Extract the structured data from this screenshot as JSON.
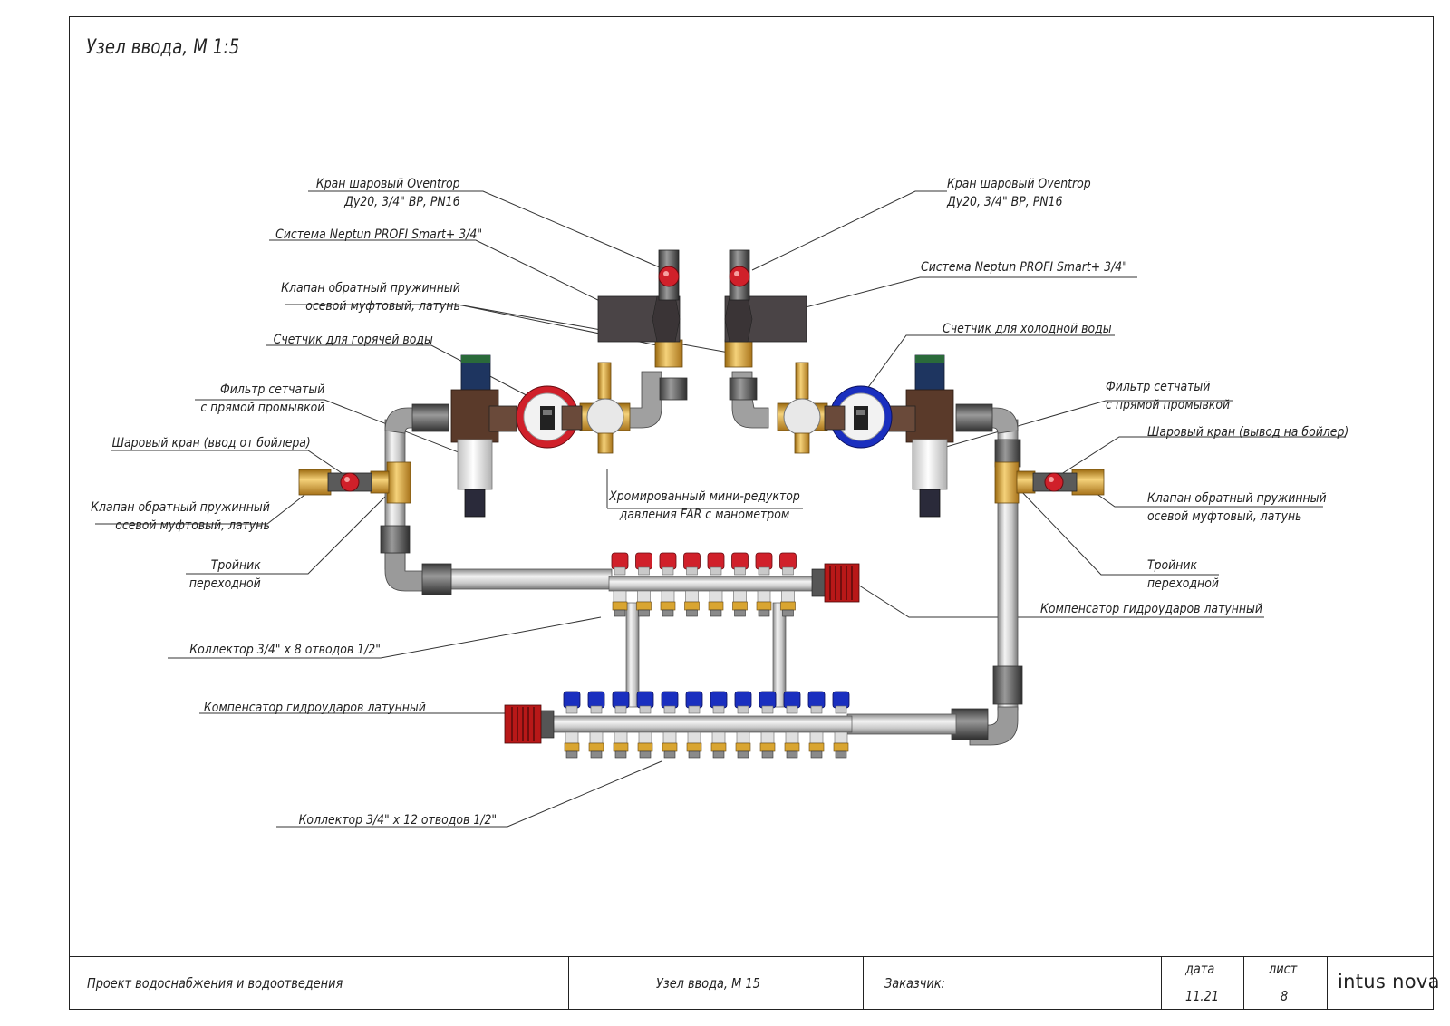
{
  "drawing": {
    "title": "Узел ввода, М 1:5",
    "labels": {
      "ball_valve_left_1": "Кран шаровый Oventrop",
      "ball_valve_left_2": "Ду20, 3/4\" ВР, PN16",
      "neptun_left": "Система Neptun PROFI Smart+ 3/4\"",
      "check_valve_top_1": "Клапан обратный пружинный",
      "check_valve_top_2": "осевой муфтовый, латунь",
      "hot_meter": "Счетчик для горячей воды",
      "filter_left_1": "Фильтр сетчатый",
      "filter_left_2": "с прямой промывкой",
      "ball_valve_boiler_in": "Шаровый кран (ввод от бойлера)",
      "check_valve_left_1": "Клапан обратный пружинный",
      "check_valve_left_2": "осевой муфтовый, латунь",
      "tee_left_1": "Тройник",
      "tee_left_2": "переходной",
      "collector_8": "Коллектор 3/4\" x 8 отводов 1/2\"",
      "comp_left": "Компенсатор гидроударов латунный",
      "collector_12": "Коллектор 3/4\" x 12 отводов 1/2\"",
      "ball_valve_right_1": "Кран шаровый Oventrop",
      "ball_valve_right_2": "Ду20, 3/4\" ВР, PN16",
      "neptun_right": "Система Neptun PROFI Smart+ 3/4\"",
      "cold_meter": "Счетчик для холодной воды",
      "filter_right_1": "Фильтр сетчатый",
      "filter_right_2": "с прямой промывкой",
      "ball_valve_boiler_out": "Шаровый кран (вывод на бойлер)",
      "check_valve_right_1": "Клапан обратный пружинный",
      "check_valve_right_2": "осевой муфтовый, латунь",
      "tee_right_1": "Тройник",
      "tee_right_2": "переходной",
      "comp_right": "Компенсатор гидроударов латунный",
      "reducer_1": "Хромированный мини-редуктор",
      "reducer_2": "давления FAR с манометром"
    }
  },
  "stamp": {
    "project": "Проект водоснабжения и водоотведения",
    "sheet_name": "Узел ввода, М 15",
    "customer": "Заказчик:",
    "date_label": "дата",
    "date_value": "11.21",
    "sheet_label": "лист",
    "sheet_value": "8",
    "brand": "intus nova"
  },
  "colors": {
    "hot": "#d0202a",
    "cold": "#1a2fbf",
    "brass": "#d9a531",
    "pipe": "#c8c8c8",
    "neptun": "#4a4446"
  }
}
